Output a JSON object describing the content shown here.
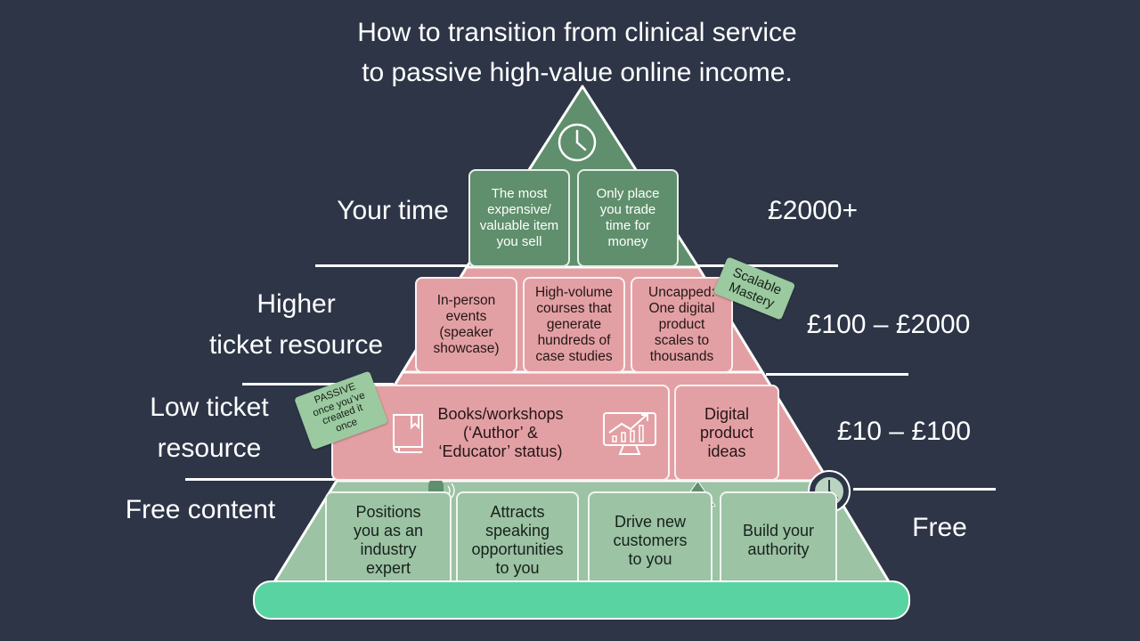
{
  "title": {
    "line1": "How to transition from clinical service",
    "line2": "to passive high-value online income."
  },
  "tiers": [
    {
      "name": "Your time",
      "price": "£2000+",
      "color": "#5f8f6c",
      "items": [
        "The most expensive/ valuable item you sell",
        "Only place you trade time for money"
      ]
    },
    {
      "name_line1": "Higher",
      "name_line2": "ticket resource",
      "price": "£100 – £2000",
      "color": "#e3a0a4",
      "items": [
        "In-person events (speaker showcase)",
        "High-volume courses that generate hundreds of case studies",
        "Uncapped: One digital product scales to thousands"
      ]
    },
    {
      "name_line1": "Low ticket",
      "name_line2": "resource",
      "price": "£10 – £100",
      "color": "#e3a0a4",
      "items": [
        "Books/workshops",
        "(‘Author’ &",
        "‘Educator’ status)",
        "Digital product ideas"
      ]
    },
    {
      "name": "Free content",
      "price": "Free",
      "color": "#9cc3a4",
      "items": [
        "Positions you as an industry expert",
        "Attracts speaking opportunities to you",
        "Drive new customers to you",
        "Build your authority"
      ]
    }
  ],
  "tags": {
    "scalable": [
      "Scalable",
      "Mastery"
    ],
    "passive": [
      "PASSIVE",
      "once you’ve",
      "created it",
      "once"
    ]
  },
  "icons": [
    "clock-icon",
    "book-icon",
    "growth-chart-monitor-icon",
    "microphone-icon",
    "megaphone-icon",
    "stopwatch-icon"
  ],
  "colors": {
    "background": "#2d3547",
    "base_bar": "#5ad3a3"
  }
}
